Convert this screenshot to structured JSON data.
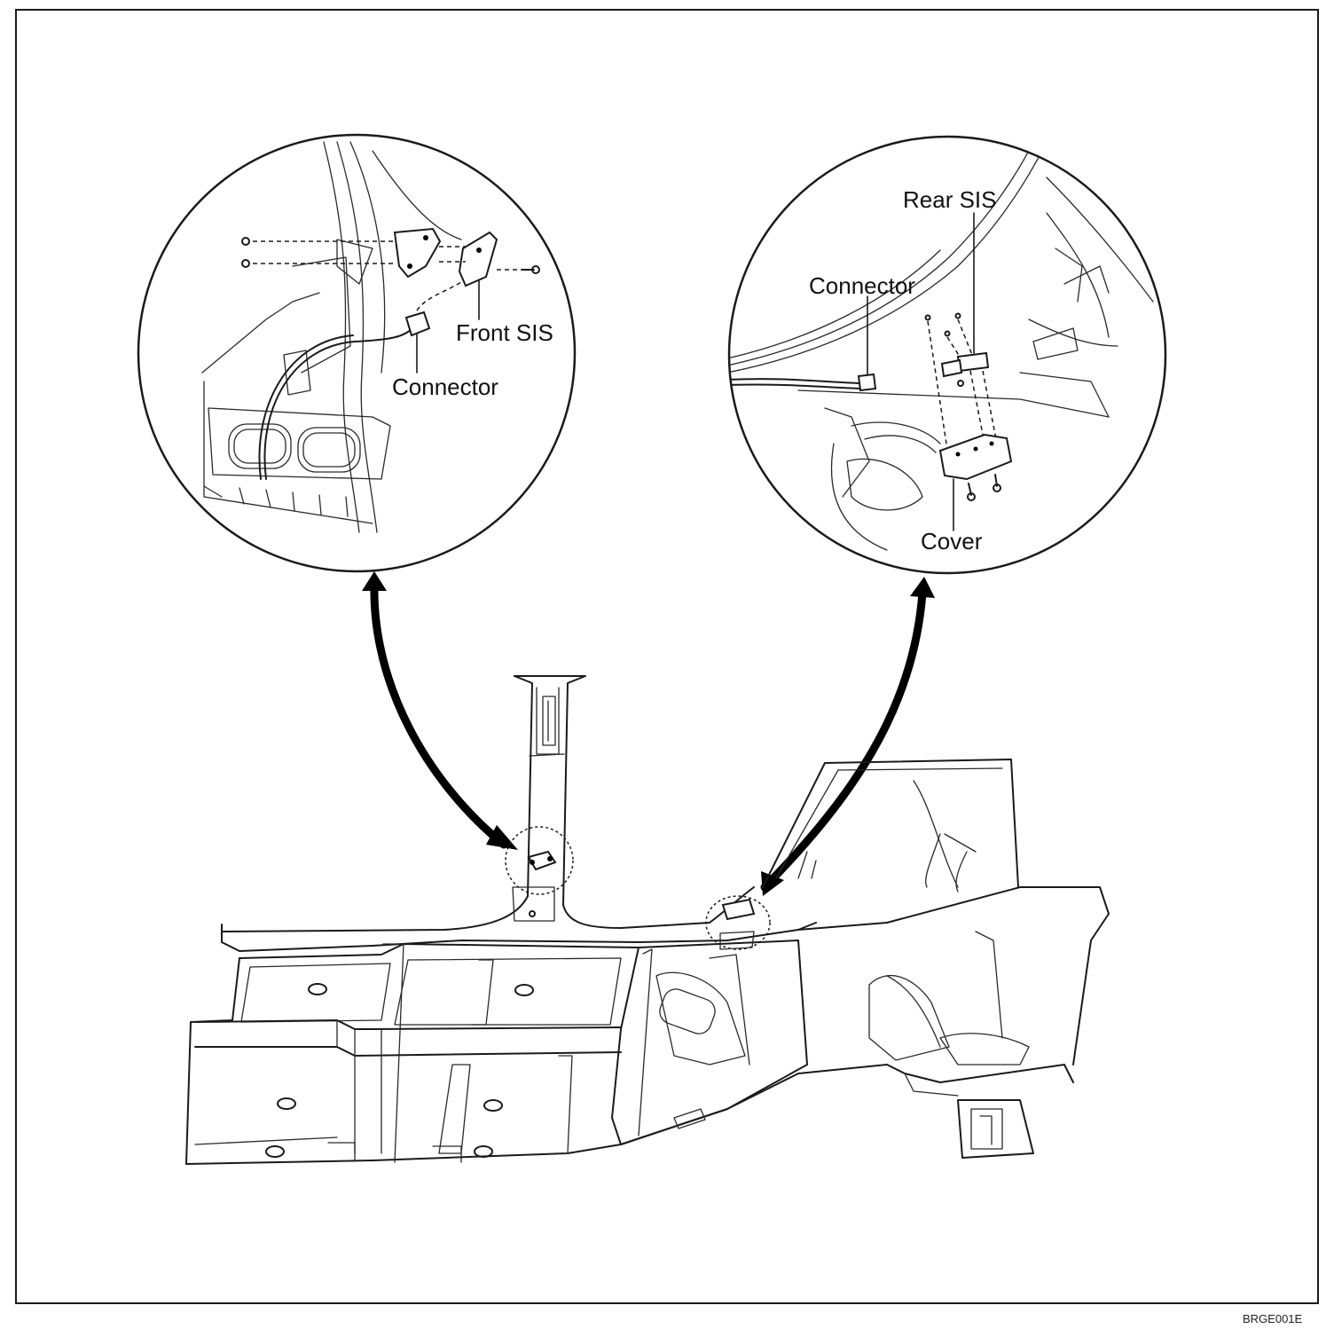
{
  "front_detail": {
    "label_front_sis": "Front SIS",
    "label_connector": "Connector"
  },
  "rear_detail": {
    "label_rear_sis": "Rear SIS",
    "label_connector": "Connector",
    "label_cover": "Cover"
  },
  "figure_code": "BRGE001E"
}
